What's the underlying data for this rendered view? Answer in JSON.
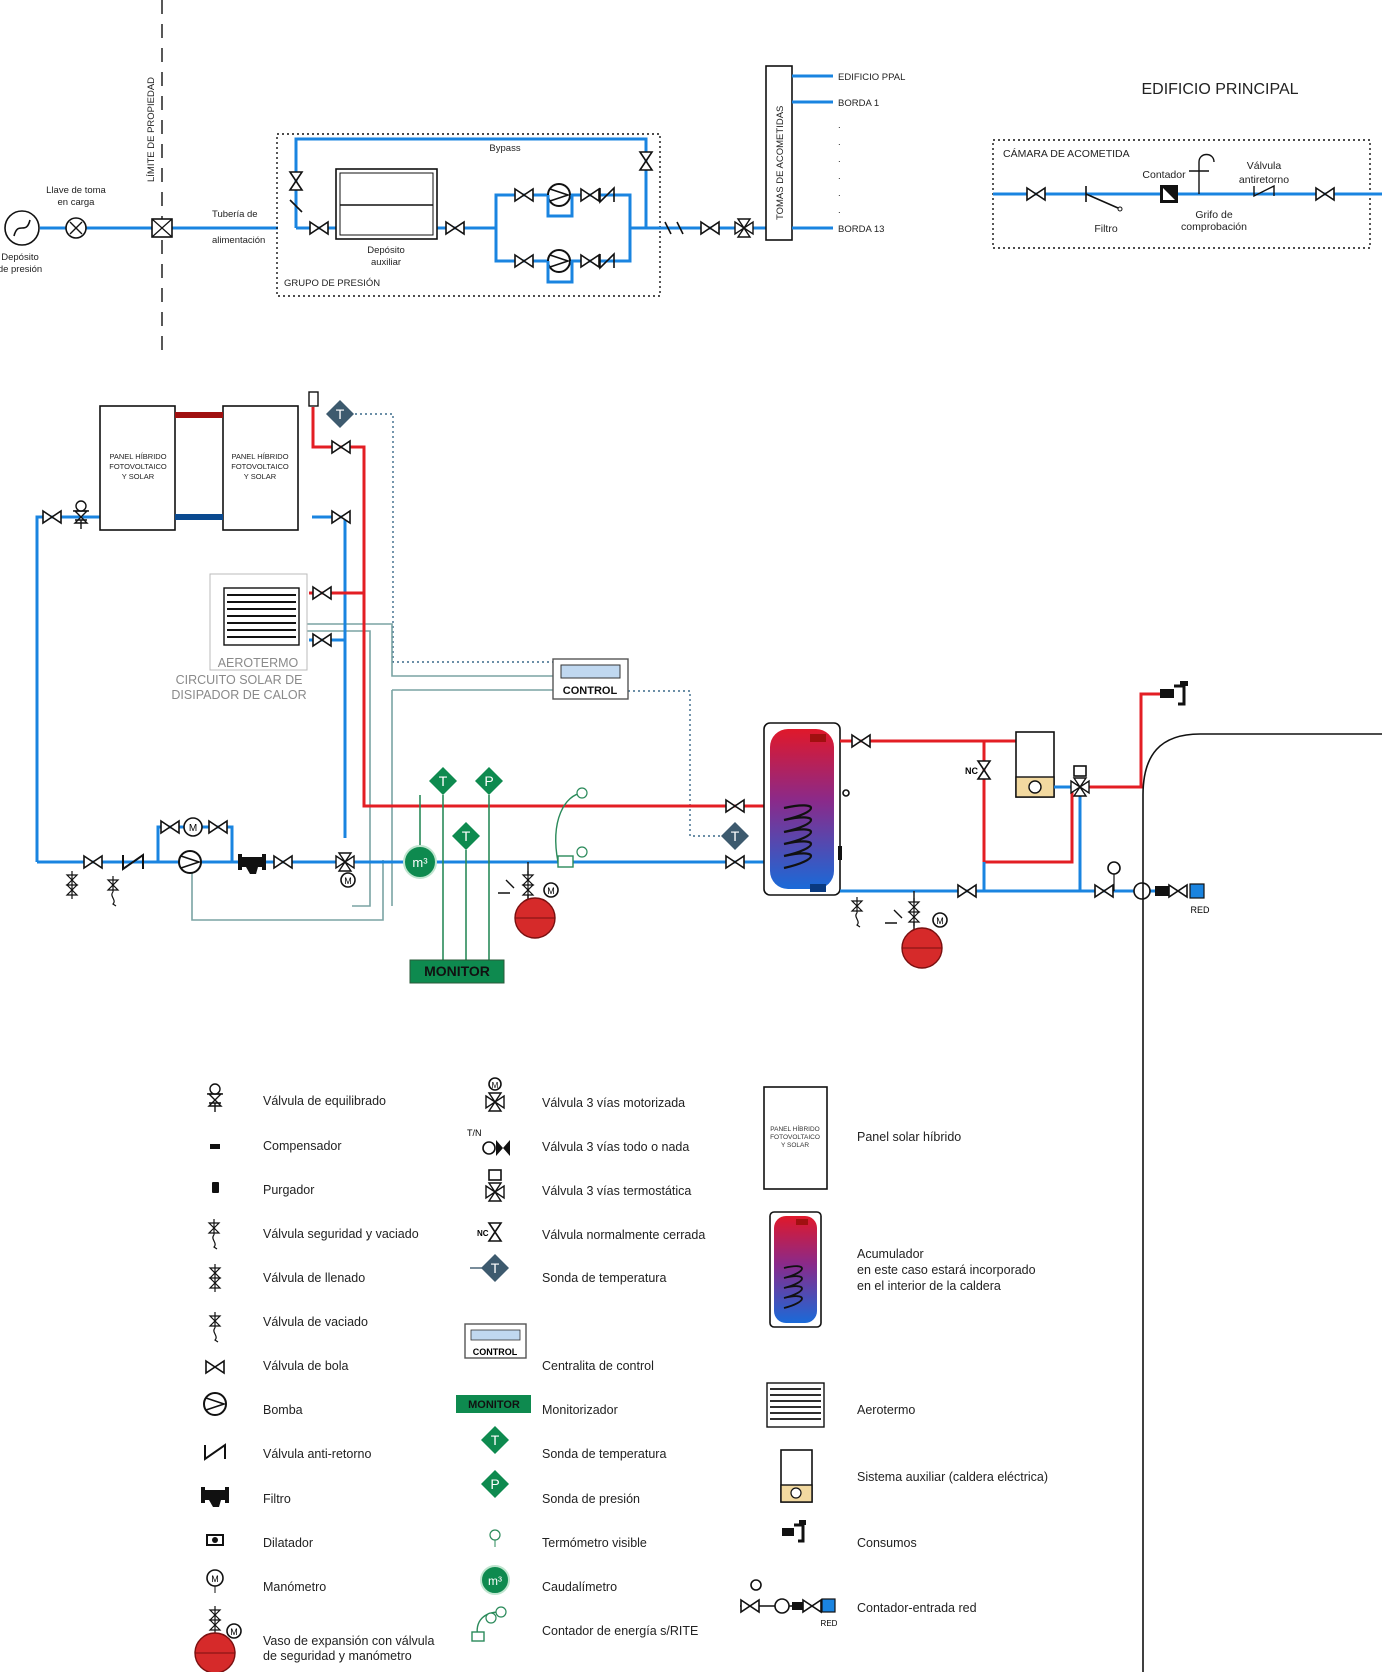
{
  "header": {
    "building_title": "EDIFICIO PRINCIPAL"
  },
  "supply": {
    "deposit_label_1": "Depósito",
    "deposit_label_2": "de presión",
    "tap_label_1": "Llave de toma",
    "tap_label_2": "en carga",
    "property_limit": "LÍMITE DE PROPIEDAD",
    "pipe_label_1": "Tubería de",
    "pipe_label_2": "alimentación",
    "bypass": "Bypass",
    "aux_tank_1": "Depósito",
    "aux_tank_2": "auxiliar",
    "pressure_group": "GRUPO DE PRESIÓN",
    "intakes": "TOMAS DE ACOMETIDAS",
    "outlets": [
      "EDIFICIO PPAL",
      "BORDA 1",
      "BORDA 13"
    ]
  },
  "chamber": {
    "title": "CÁMARA DE ACOMETIDA",
    "meter": "Contador",
    "check_valve_1": "Válvula",
    "check_valve_2": "antiretorno",
    "filter": "Filtro",
    "test_tap_1": "Grifo de",
    "test_tap_2": "comprobación"
  },
  "system": {
    "panel_line_1": "PANEL HÍBRIDO",
    "panel_line_2": "FOTOVOLTAICO",
    "panel_line_3": "Y SOLAR",
    "aerotermo": "AEROTERMO",
    "dissipator_1": "CIRCUITO SOLAR DE",
    "dissipator_2": "DISIPADOR DE CALOR",
    "control": "CONTROL",
    "monitor": "MONITOR",
    "temp_probe": "T",
    "pressure_probe": "P",
    "flowmeter": "m³",
    "motor": "M",
    "nc": "NC",
    "red": "RED"
  },
  "legend": {
    "col1": [
      "Válvula de equilibrado",
      "Compensador",
      "Purgador",
      "Válvula seguridad y vaciado",
      "Válvula de llenado",
      "Válvula de vaciado",
      "Válvula de bola",
      "Bomba",
      "Válvula anti-retorno",
      "Filtro",
      "Dilatador",
      "Manómetro",
      "Vaso de expansión con válvula",
      "de seguridad y manómetro"
    ],
    "col2": [
      "Válvula 3 vías motorizada",
      "Válvula 3 vías todo o nada",
      "Válvula 3 vías termostática",
      "Válvula normalmente cerrada",
      "Sonda de temperatura",
      "Centralita de control",
      "Monitorizador",
      "Sonda de temperatura",
      "Sonda de presión",
      "Termómetro visible",
      "Caudalímetro",
      "Contador de energía s/RITE"
    ],
    "col2_tn": "T/N",
    "col3": [
      "Panel solar híbrido",
      "Acumulador",
      "en este caso estará incorporado",
      "en el interior de la caldera",
      "Aerotermo",
      "Sistema auxiliar (caldera eléctrica)",
      "Consumos",
      "Contador-entrada red"
    ]
  },
  "colors": {
    "cold": "#1a84e0",
    "hot": "#e31e24",
    "probe": "#3d5a6e",
    "monitor_green": "#0e8a4f",
    "tank_blue": "#1565c0",
    "tank_red": "#d32f2f"
  }
}
